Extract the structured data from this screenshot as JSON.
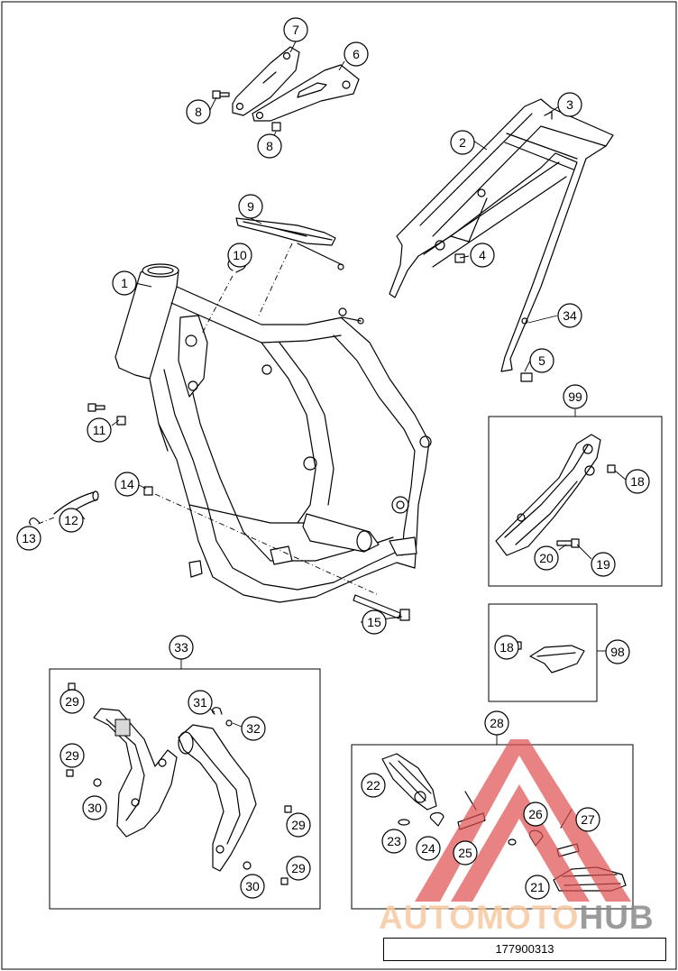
{
  "diagram": {
    "callouts": {
      "c1": "1",
      "c2": "2",
      "c3": "3",
      "c4": "4",
      "c5": "5",
      "c6": "6",
      "c7": "7",
      "c8a": "8",
      "c8b": "8",
      "c9": "9",
      "c10": "10",
      "c11": "11",
      "c12": "12",
      "c13": "13",
      "c14": "14",
      "c15": "15",
      "c18a": "18",
      "c18b": "18",
      "c19": "19",
      "c20": "20",
      "c21": "21",
      "c22": "22",
      "c23": "23",
      "c24": "24",
      "c25": "25",
      "c26": "26",
      "c27": "27",
      "c28": "28",
      "c29a": "29",
      "c29b": "29",
      "c29c": "29",
      "c29d": "29",
      "c30a": "30",
      "c30b": "30",
      "c31": "31",
      "c32": "32",
      "c33": "33",
      "c34": "34",
      "c98": "98",
      "c99": "99"
    },
    "document_number": "177900313"
  },
  "watermark": {
    "text_part1": "AUTOMOTO",
    "text_part2": "HUB",
    "colors": {
      "part1": "#f6c9a0",
      "part2": "#8a8a8a",
      "triangle": "#e05050"
    }
  }
}
